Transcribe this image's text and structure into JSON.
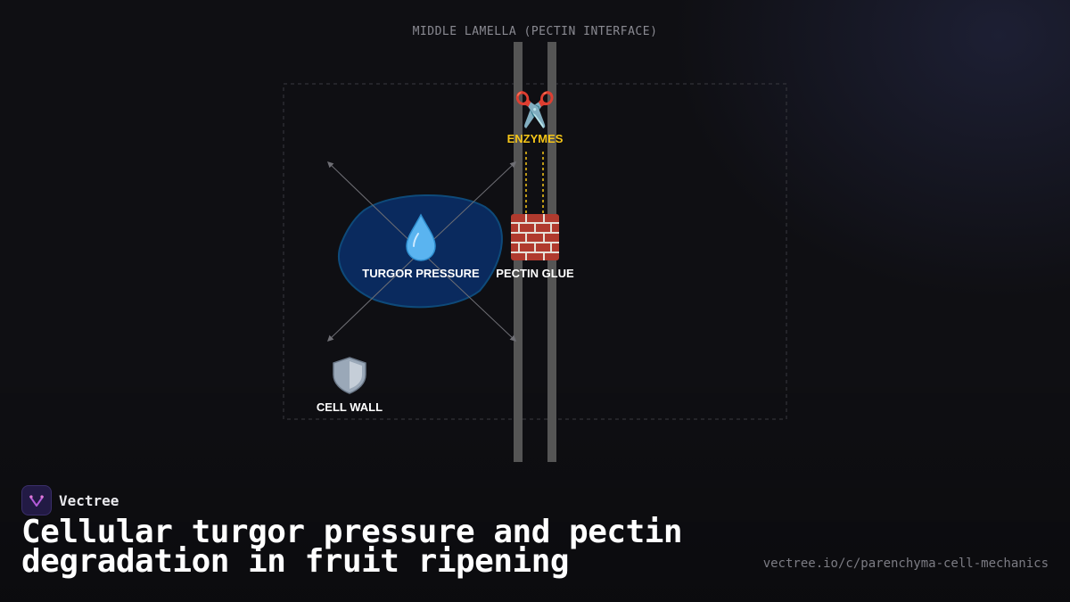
{
  "diagram": {
    "lamella_label": "MIDDLE LAMELLA (PECTIN INTERFACE)",
    "nodes": {
      "enzymes": {
        "icon": "scissors-icon",
        "glyph": "✂️",
        "label": "ENZYMES"
      },
      "turgor": {
        "icon": "water-drop-icon",
        "glyph": "💧",
        "label": "TURGOR PRESSURE"
      },
      "pectin": {
        "icon": "brick-wall-icon",
        "glyph": "🧱",
        "label": "PECTIN GLUE"
      },
      "cell_wall": {
        "icon": "shield-icon",
        "glyph": "🛡️",
        "label": "CELL WALL"
      }
    },
    "colors": {
      "background": "#0f0f13",
      "wall_bar": "#555555",
      "cell_fill": "#0a2a5e",
      "cell_stroke": "#0e4a7a",
      "enzyme_accent": "#f5c518",
      "arrow": "#6e6e74",
      "dashed_border": "#3a3a40"
    }
  },
  "footer": {
    "brand_name": "Vectree",
    "title": "Cellular turgor pressure and pectin degradation in fruit ripening",
    "url": "vectree.io/c/parenchyma-cell-mechanics"
  }
}
